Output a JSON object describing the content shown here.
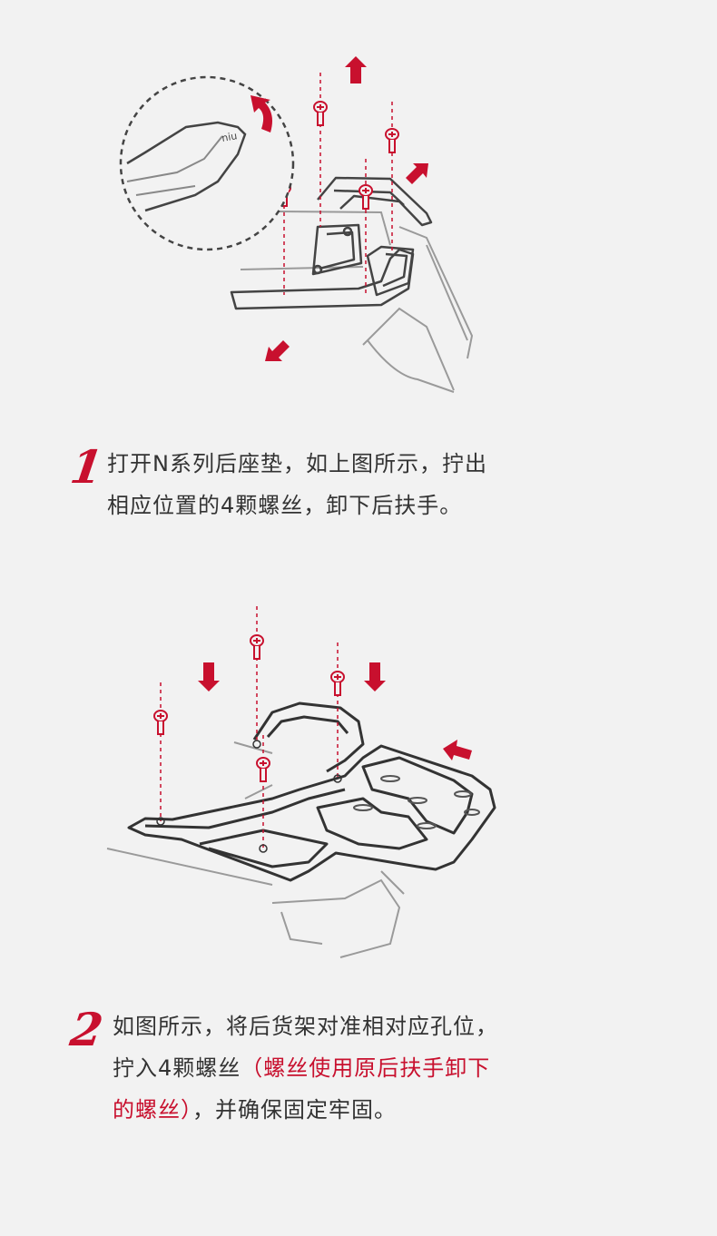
{
  "colors": {
    "background": "#f2f2f2",
    "accent": "#c8102e",
    "text": "#333333",
    "line": "#9a9a9a",
    "outline": "#444444"
  },
  "illustration1": {
    "inset_label": "niu",
    "icons": [
      "magnified-inset-circle",
      "screw-icon",
      "arrow-up-icon",
      "arrow-curved-icon",
      "arrow-diagonal-icon"
    ]
  },
  "step1": {
    "number": "1",
    "line1": "打开N系列后座垫，如上图所示，拧出",
    "line2": "相应位置的4颗螺丝，卸下后扶手。"
  },
  "step2": {
    "number": "2",
    "line1": "如图所示，将后货架对准相对应孔位，",
    "line2_normal": "拧入4颗螺丝",
    "line2_red": "（螺丝使用原后扶手卸下",
    "line3_red": "的螺丝）",
    "line3_normal": "，并确保固定牢固。"
  }
}
